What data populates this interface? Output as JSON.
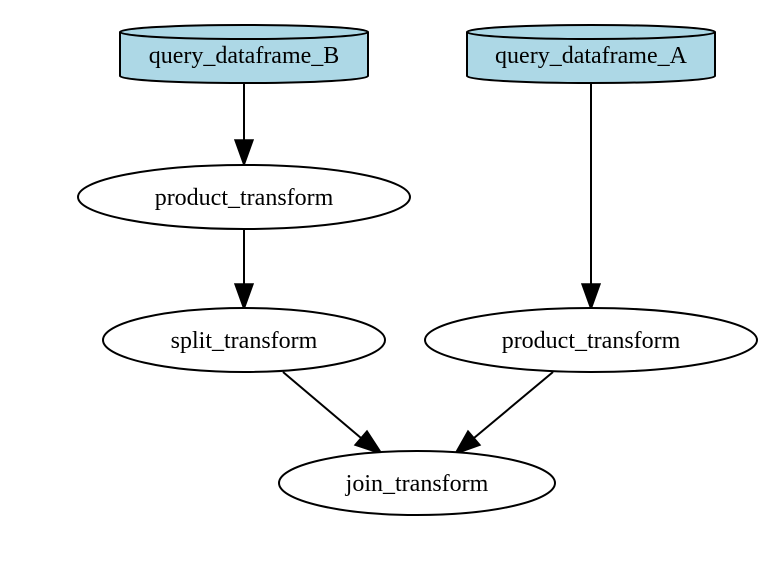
{
  "colors": {
    "source_fill": "#add8e6",
    "node_fill": "#ffffff",
    "stroke": "#000000"
  },
  "nodes": {
    "query_b": {
      "label": "query_dataframe_B",
      "shape": "cylinder"
    },
    "query_a": {
      "label": "query_dataframe_A",
      "shape": "cylinder"
    },
    "product_left": {
      "label": "product_transform",
      "shape": "ellipse"
    },
    "product_right": {
      "label": "product_transform",
      "shape": "ellipse"
    },
    "split": {
      "label": "split_transform",
      "shape": "ellipse"
    },
    "join": {
      "label": "join_transform",
      "shape": "ellipse"
    }
  },
  "edges": [
    {
      "from": "query_dataframe_B",
      "to": "product_transform (left)"
    },
    {
      "from": "product_transform (left)",
      "to": "split_transform"
    },
    {
      "from": "query_dataframe_A",
      "to": "product_transform (right)"
    },
    {
      "from": "split_transform",
      "to": "join_transform"
    },
    {
      "from": "product_transform (right)",
      "to": "join_transform"
    }
  ]
}
